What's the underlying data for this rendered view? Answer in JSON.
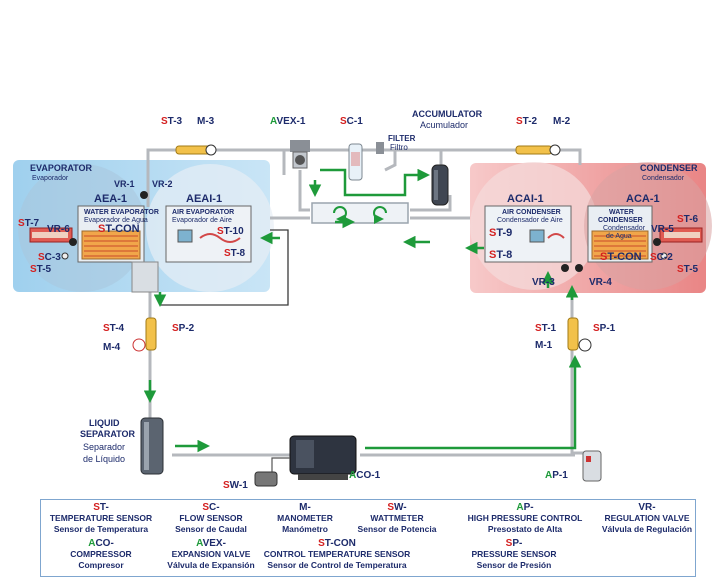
{
  "zones": {
    "evaporator": {
      "title": "EVAPORATOR",
      "subtitle": "Evaporador"
    },
    "condenser": {
      "title": "CONDENSER",
      "subtitle": "Condensador"
    }
  },
  "components": {
    "accumulator": {
      "title": "ACCUMULATOR",
      "subtitle": "Acumulador"
    },
    "filter": {
      "title": "FILTER",
      "subtitle": "Filtro"
    },
    "liquid_separator": {
      "line1": "LIQUID",
      "line2": "SEPARATOR",
      "line3": "Separador",
      "line4": "de Líquido"
    },
    "water_evaporator": {
      "title": "WATER EVAPORATOR",
      "subtitle": "Evaporador de Agua"
    },
    "air_evaporator": {
      "title": "AIR EVAPORATOR",
      "subtitle": "Evaporador de Aire"
    },
    "air_condenser": {
      "title": "AIR CONDENSER",
      "subtitle": "Condensador de Aire"
    },
    "water_condenser": {
      "line1": "WATER",
      "line2": "CONDENSER",
      "line3": "Condensador",
      "line4": "de Agua"
    }
  },
  "tags": {
    "st3": {
      "p": "S",
      "r": "T-3"
    },
    "m3": "M-3",
    "avex1": {
      "p": "A",
      "r": "VEX-1"
    },
    "sc1": {
      "p": "S",
      "r": "C-1"
    },
    "st2": {
      "p": "S",
      "r": "T-2"
    },
    "m2": "M-2",
    "vr1": "VR-1",
    "vr2": "VR-2",
    "aea1": "AEA-1",
    "aeai1": "AEAI-1",
    "st7": {
      "p": "S",
      "r": "T-7"
    },
    "vr6": "VR-6",
    "stcon_l": {
      "p": "S",
      "r": "T-CON"
    },
    "sc3": {
      "p": "S",
      "r": "C-3"
    },
    "st5_l": {
      "p": "S",
      "r": "T-5"
    },
    "st10": {
      "p": "S",
      "r": "T-10"
    },
    "st8_l": {
      "p": "S",
      "r": "T-8"
    },
    "acai1": "ACAI-1",
    "aca1": "ACA-1",
    "st9": {
      "p": "S",
      "r": "T-9"
    },
    "st8_r": {
      "p": "S",
      "r": "T-8"
    },
    "st6": {
      "p": "S",
      "r": "T-6"
    },
    "vr5": "VR-5",
    "stcon_r": {
      "p": "S",
      "r": "T-CON"
    },
    "sc2": {
      "p": "S",
      "r": "C-2"
    },
    "st5_r": {
      "p": "S",
      "r": "T-5"
    },
    "vr3": "VR-3",
    "vr4": "VR-4",
    "st4": {
      "p": "S",
      "r": "T-4"
    },
    "sp2": {
      "p": "S",
      "r": "P-2"
    },
    "m4": "M-4",
    "st1": {
      "p": "S",
      "r": "T-1"
    },
    "sp1": {
      "p": "S",
      "r": "P-1"
    },
    "m1": "M-1",
    "sw1": {
      "p": "S",
      "r": "W-1"
    },
    "aco1": {
      "p": "A",
      "r": "CO-1"
    },
    "ap1": {
      "p": "A",
      "r": "P-1"
    }
  },
  "legend": [
    {
      "p": "S",
      "r": "T-",
      "en": "TEMPERATURE SENSOR",
      "es": "Sensor de Temperatura",
      "color": "#d42020"
    },
    {
      "p": "S",
      "r": "C-",
      "en": "FLOW SENSOR",
      "es": "Sensor de Caudal",
      "color": "#d42020"
    },
    {
      "p": "",
      "r": "M-",
      "en": "MANOMETER",
      "es": "Manómetro",
      "color": "#1d2b6b"
    },
    {
      "p": "S",
      "r": "W-",
      "en": "WATTMETER",
      "es": "Sensor de Potencia",
      "color": "#d42020"
    },
    {
      "p": "A",
      "r": "P-",
      "en": "HIGH PRESSURE CONTROL",
      "es": "Presostato de Alta",
      "color": "#1e9a3a"
    },
    {
      "p": "",
      "r": "VR-",
      "en": "REGULATION VALVE",
      "es": "Válvula de Regulación",
      "color": "#1d2b6b"
    },
    {
      "p": "A",
      "r": "CO-",
      "en": "COMPRESSOR",
      "es": "Compresor",
      "color": "#1e9a3a"
    },
    {
      "p": "A",
      "r": "VEX-",
      "en": "EXPANSION VALVE",
      "es": "Válvula de Expansión",
      "color": "#1e9a3a"
    },
    {
      "p": "S",
      "r": "T-CON",
      "en": "CONTROL TEMPERATURE SENSOR",
      "es": "Sensor de Control de Temperatura",
      "color": "#d42020"
    },
    {
      "p": "S",
      "r": "P-",
      "en": "PRESSURE SENSOR",
      "es": "Sensor de Presión",
      "color": "#d42020"
    }
  ]
}
